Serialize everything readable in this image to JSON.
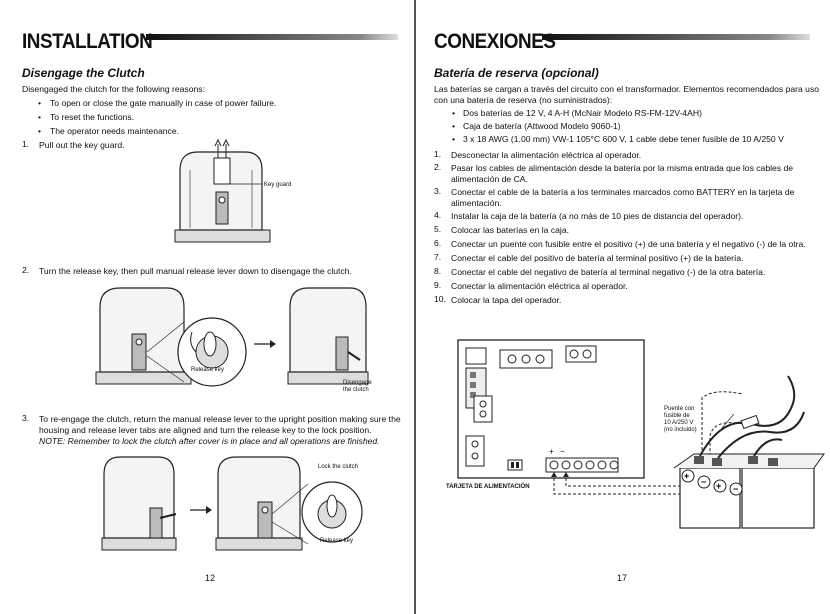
{
  "left": {
    "title": "INSTALLATION",
    "subtitle": "Disengage the Clutch",
    "intro": "Disengaged the clutch for the following reasons:",
    "bullets": [
      "To open or close the gate manually in case of power failure.",
      "To reset the functions.",
      "The operator needs maintenance."
    ],
    "steps": [
      {
        "num": "1.",
        "text": "Pull out the key guard."
      },
      {
        "num": "2.",
        "text": "Turn the release key, then pull manual release lever down to disengage the clutch."
      },
      {
        "num": "3.",
        "lines": [
          "To re-engage the clutch, return the manual release lever to the upright position making sure the",
          "housing and release lever tabs are aligned and turn the release key to the lock position."
        ]
      }
    ],
    "note": "NOTE: Remember to lock the clutch after cover is in place and all operations are finished.",
    "captions": {
      "key_guard": "Key guard",
      "release_key": "Release key",
      "disengage": [
        "Disengage",
        "the clutch"
      ],
      "lock_clutch": "Lock the clutch",
      "release_key2": "Release key"
    },
    "page_number": "12"
  },
  "right": {
    "title": "CONEXIONES",
    "subtitle": "Batería de reserva (opcional)",
    "intro": [
      "Las baterías se cargan a través del circuito con el transformador. Elementos recomendados para uso",
      "con una batería de reserva (no suministrados):"
    ],
    "bullets": [
      "Dos baterías de 12 V, 4 A-H (McNair Modelo RS-FM-12V-4AH)",
      "Caja de batería (Attwood Modelo 9060-1)",
      "3 x 18 AWG (1.00 mm) VW-1 105°C 600 V, 1 cable debe tener fusible de 10 A/250 V"
    ],
    "steps": [
      {
        "num": "1.",
        "lines": [
          "Desconectar la alimentación eléctrica al operador."
        ]
      },
      {
        "num": "2.",
        "lines": [
          "Pasar los cables de alimentación desde la batería por la misma entrada que los cables de",
          "alimentación de CA."
        ]
      },
      {
        "num": "3.",
        "lines": [
          "Conectar el cable de la batería a los terminales marcados como BATTERY en la tarjeta de",
          "alimentación."
        ]
      },
      {
        "num": "4.",
        "lines": [
          "Instalar la caja de la batería (a no más de 10 pies de distancia del operador)."
        ]
      },
      {
        "num": "5.",
        "lines": [
          "Colocar las baterías en la caja."
        ]
      },
      {
        "num": "6.",
        "lines": [
          "Conectar un puente con fusible entre el positivo (+) de una batería y el negativo (-) de la otra."
        ]
      },
      {
        "num": "7.",
        "lines": [
          "Conectar el cable del positivo de batería al terminal positivo (+) de la batería."
        ]
      },
      {
        "num": "8.",
        "lines": [
          "Conectar el cable del negativo de batería al terminal negativo (-) de la otra batería."
        ]
      },
      {
        "num": "9.",
        "lines": [
          "Conectar la alimentación eléctrica al operador."
        ]
      },
      {
        "num": "10.",
        "lines": [
          "Colocar la tapa del operador."
        ]
      }
    ],
    "diagram": {
      "board_label": "TARJETA DE ALIMENTACIÓN",
      "fuse_caption": [
        "Puente con",
        "fusible de",
        "10 A/250 V",
        "(no incluido)"
      ]
    },
    "page_number": "17"
  }
}
